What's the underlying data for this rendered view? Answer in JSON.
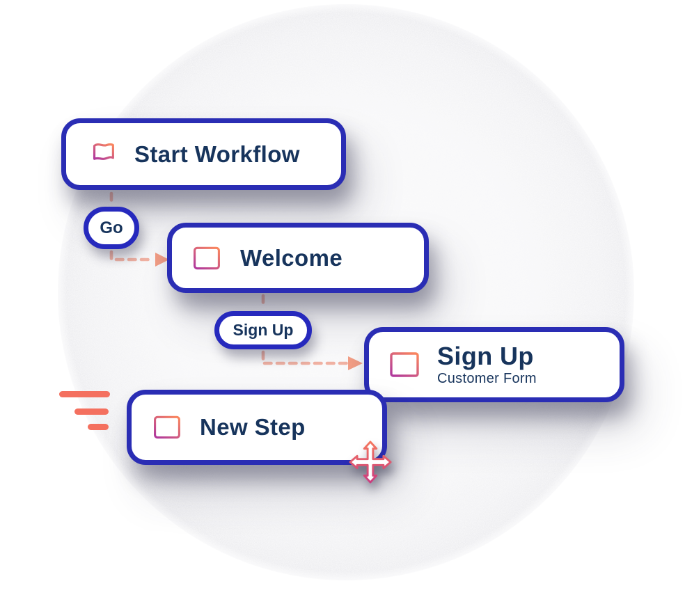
{
  "nodes": {
    "start": {
      "label": "Start Workflow"
    },
    "welcome": {
      "label": "Welcome"
    },
    "signup": {
      "label": "Sign Up",
      "sublabel": "Customer Form"
    },
    "newstep": {
      "label": "New Step"
    }
  },
  "connectors": {
    "go": {
      "label": "Go"
    },
    "signup": {
      "label": "Sign Up"
    }
  },
  "icons": [
    "flag-icon",
    "window-icon",
    "layout-icon",
    "move-icon",
    "speed-lines"
  ],
  "colors": {
    "card_border": "#2a2db4",
    "card_bg": "#ffffff",
    "text_navy": "#17345c",
    "icon_gradient_start": "#f9855f",
    "icon_gradient_end": "#b13a9c",
    "connector_dash": "#f1b2a3",
    "connector_arrow": "#f29e86",
    "speed_line": "#f4705f"
  }
}
